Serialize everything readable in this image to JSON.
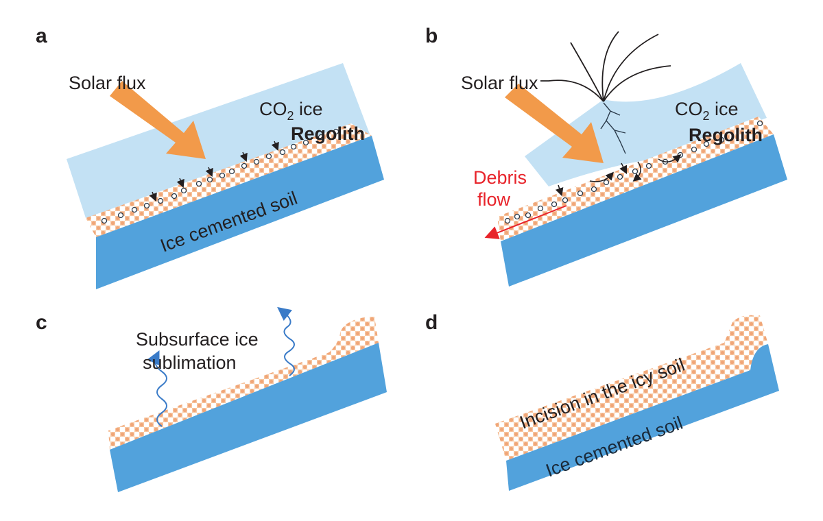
{
  "panels": [
    {
      "letter": "a",
      "solar_flux": "Solar flux",
      "co2_ice": "CO",
      "co2_sub": "2",
      "co2_suffix": " ice",
      "regolith": "Regolith",
      "soil": "Ice cemented soil"
    },
    {
      "letter": "b",
      "solar_flux": "Solar flux",
      "co2_ice": "CO",
      "co2_sub": "2",
      "co2_suffix": " ice",
      "regolith": "Regolith",
      "debris_line1": "Debris",
      "debris_line2": "flow"
    },
    {
      "letter": "c",
      "sublimation_line1": "Subsurface ice",
      "sublimation_line2": "sublimation"
    },
    {
      "letter": "d",
      "incision": "Incision in the icy soil",
      "soil": "Ice cemented soil"
    }
  ],
  "colors": {
    "co2_ice": "#c3e1f4",
    "ice_soil": "#52a2dc",
    "regolith": "#f4b48a",
    "arrow_orange": "#f29a4a",
    "debris_red": "#e8232a",
    "sublimation_blue": "#3a7bc8"
  }
}
